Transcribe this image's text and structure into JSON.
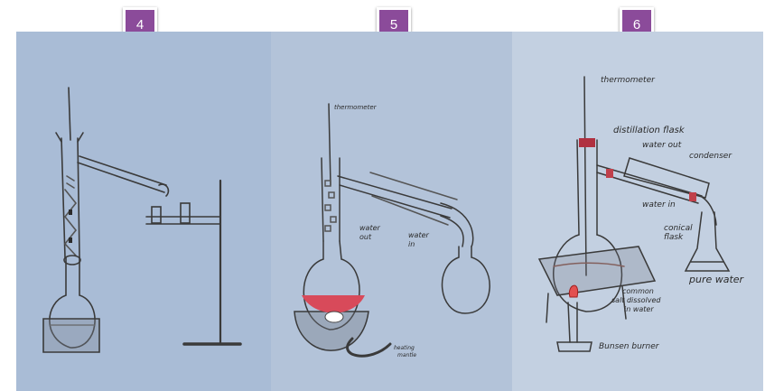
{
  "panels": [
    {
      "number": "4"
    },
    {
      "number": "5",
      "labels": {
        "thermometer": "thermometer",
        "water_out": "water\nout",
        "water_in": "water\nin",
        "heating_mantle": "heating\nmantle"
      }
    },
    {
      "number": "6",
      "labels": {
        "thermometer": "thermometer",
        "distillation_flask": "distillation flask",
        "water_out": "water out",
        "condenser": "condenser",
        "water_in": "water in",
        "conical_flask": "conical\nflask",
        "pure_water": "pure water",
        "common_salt": "common\nsalt dissolved\nin water",
        "bunsen_burner": "Bunsen burner"
      }
    }
  ],
  "colors": {
    "badge": "#8b4b9a",
    "panel4_bg": "#a9bcd6",
    "panel5_bg": "#b3c3d9",
    "panel6_bg": "#c3d0e1",
    "liquid_red": "#d84a5a",
    "pencil": "#3a3a3a"
  }
}
